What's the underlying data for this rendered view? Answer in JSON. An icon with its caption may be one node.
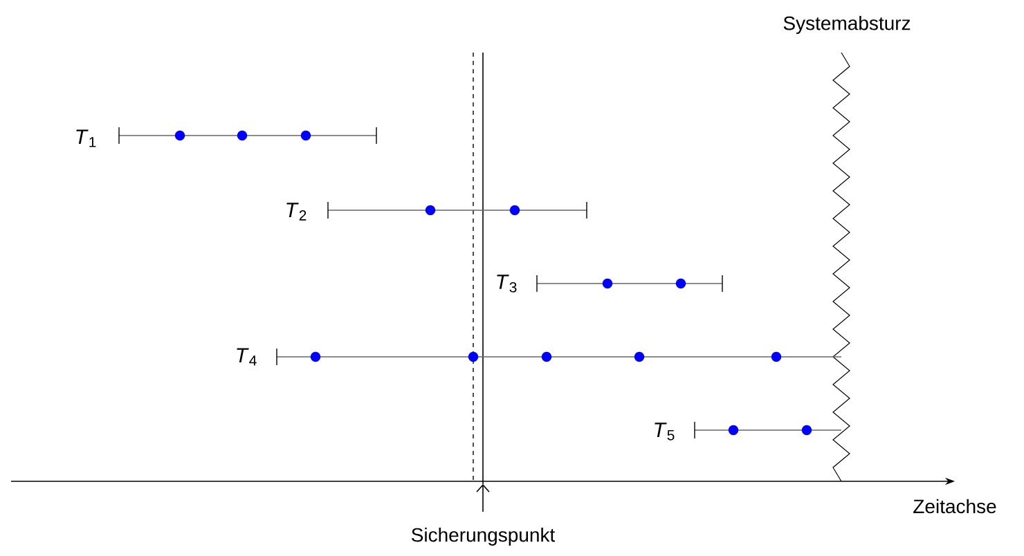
{
  "diagram": {
    "labels": [
      "Systemabsturz",
      "*T*$_{1}$",
      "*T*$_{2}$",
      "*T*$_{3}$",
      "*T*$_{4}$",
      "*T*$_{5}$",
      "Sicherungspunkt",
      "Zeitachse"
    ]
  }
}
